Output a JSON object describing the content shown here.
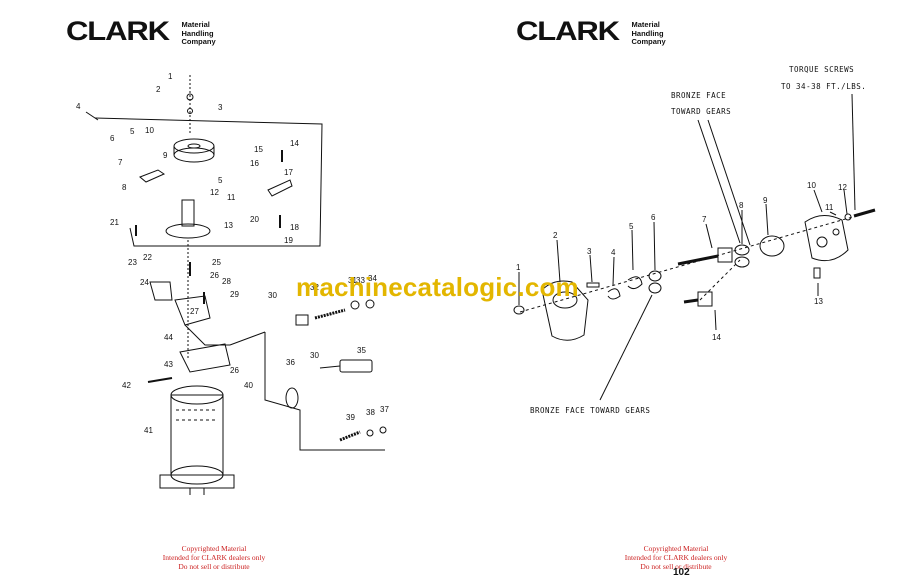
{
  "left_page": {
    "logo": {
      "wordmark": "CLARK",
      "subtitle": [
        "Material",
        "Handling",
        "Company"
      ]
    },
    "callouts": [
      "1",
      "2",
      "3",
      "4",
      "5",
      "6",
      "7",
      "8",
      "9",
      "10",
      "5",
      "12",
      "11",
      "13",
      "14",
      "15",
      "16",
      "17",
      "18",
      "19",
      "20",
      "21",
      "22",
      "23",
      "24",
      "25",
      "26",
      "27",
      "28",
      "29",
      "30",
      "31",
      "32",
      "33",
      "34",
      "35",
      "36",
      "37",
      "38",
      "39",
      "40",
      "41",
      "42",
      "43",
      "44",
      "26",
      "30"
    ],
    "footer": [
      "Copyrighted Material",
      "Intended for CLARK dealers only",
      "Do not sell or distribute"
    ]
  },
  "right_page": {
    "logo": {
      "wordmark": "CLARK",
      "subtitle": [
        "Material",
        "Handling",
        "Company"
      ]
    },
    "annotations": {
      "torque": [
        "TORQUE SCREWS",
        "TO 34-38 FT./LBS."
      ],
      "bronze_top": [
        "BRONZE FACE",
        "TOWARD GEARS"
      ],
      "bronze_bottom": "BRONZE FACE TOWARD GEARS"
    },
    "callouts": [
      "1",
      "2",
      "3",
      "4",
      "5",
      "6",
      "7",
      "8",
      "9",
      "10",
      "11",
      "12",
      "13",
      "14"
    ],
    "footer": [
      "Copyrighted Material",
      "Intended for CLARK dealers only",
      "Do not sell or distribute"
    ],
    "page_number": "102"
  },
  "watermark": "machinecatalogic.com",
  "colors": {
    "watermark": "#e3b600",
    "footer": "#cc2222",
    "ink": "#111111"
  }
}
